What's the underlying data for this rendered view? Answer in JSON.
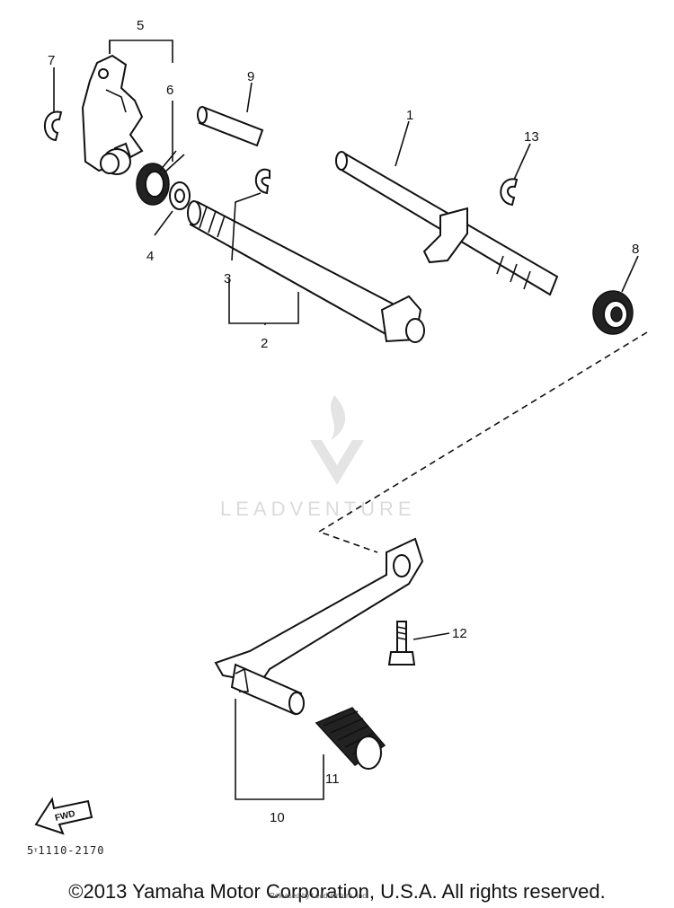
{
  "diagram": {
    "callouts": [
      "1",
      "2",
      "3",
      "4",
      "5",
      "6",
      "7",
      "8",
      "9",
      "10",
      "11",
      "12",
      "13"
    ],
    "fwd_label": "FWD",
    "drawing_code": "5ᵞ1110-2170",
    "watermark": "LEADVENTURE"
  },
  "footer": {
    "copyright": "©2013 Yamaha Motor Corporation, U.S.A. All rights reserved.",
    "credit": "Released by LeadVenture, Inc."
  }
}
